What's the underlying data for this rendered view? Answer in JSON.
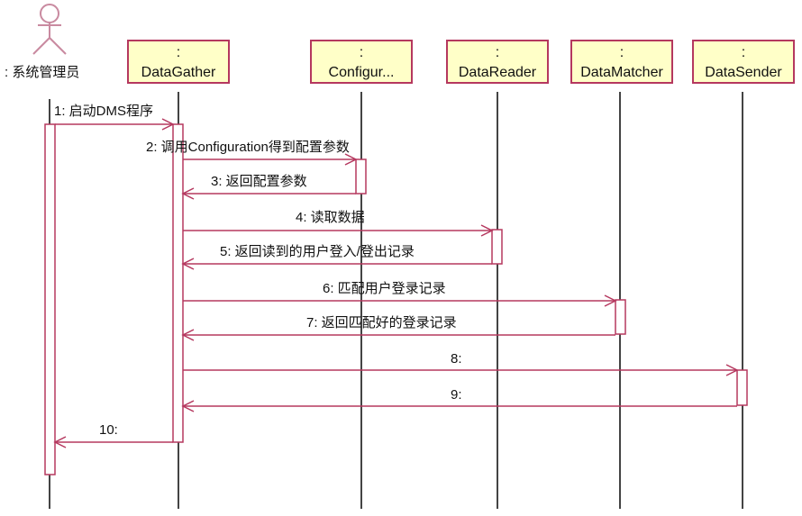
{
  "colors": {
    "border": "#b5385f",
    "box_fill": "#ffffc8",
    "lifeline": "#444444",
    "message": "#b5385f"
  },
  "actor": {
    "label": ": 系统管理员"
  },
  "objects": [
    {
      "prefix": ":",
      "name": "DataGather"
    },
    {
      "prefix": ":",
      "name": "Configur..."
    },
    {
      "prefix": ":",
      "name": "DataReader"
    },
    {
      "prefix": ":",
      "name": "DataMatcher"
    },
    {
      "prefix": ":",
      "name": "DataSender"
    }
  ],
  "messages": [
    {
      "label": "1: 启动DMS程序",
      "from": 0,
      "to": 1
    },
    {
      "label": "2: 调用Configuration得到配置参数",
      "from": 1,
      "to": 2
    },
    {
      "label": "3: 返回配置参数",
      "from": 2,
      "to": 1
    },
    {
      "label": "4: 读取数据",
      "from": 1,
      "to": 3
    },
    {
      "label": "5: 返回读到的用户登入/登出记录",
      "from": 3,
      "to": 1
    },
    {
      "label": "6: 匹配用户登录记录",
      "from": 1,
      "to": 4
    },
    {
      "label": "7: 返回匹配好的登录记录",
      "from": 4,
      "to": 1
    },
    {
      "label": "8:",
      "from": 1,
      "to": 5
    },
    {
      "label": "9:",
      "from": 5,
      "to": 1
    },
    {
      "label": "10:",
      "from": 1,
      "to": 0
    }
  ]
}
